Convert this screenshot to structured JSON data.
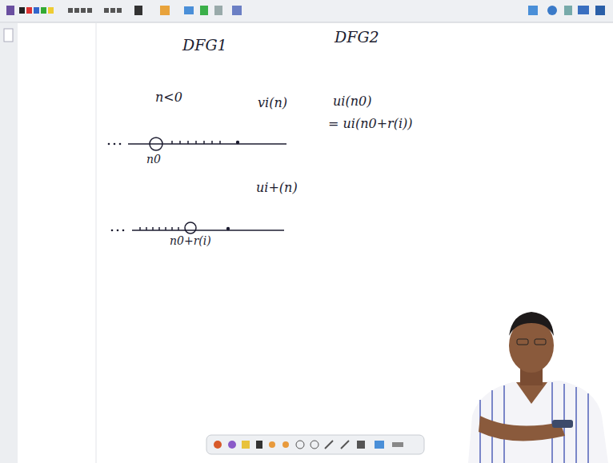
{
  "diagram": {
    "labels": [
      "DFG1",
      "DFG2",
      "n<0",
      "vi(n)",
      "ui(n0)",
      "= ui(n0+r(i))",
      "n0",
      "ui+(n)",
      "n0+r(i)"
    ]
  }
}
